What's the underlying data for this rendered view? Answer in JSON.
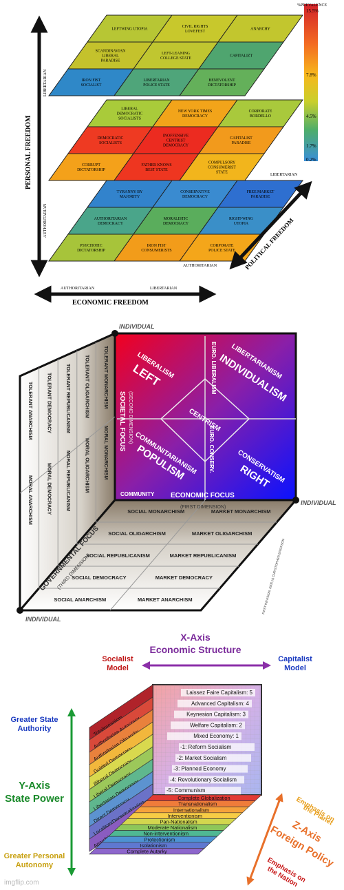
{
  "panel1": {
    "scale_title": "%PREVALENCE",
    "scale_ticks": [
      "15.5%",
      "7.8%",
      "4.5%",
      "1.7%",
      "0.2%"
    ],
    "y_axis_title": "PERSONAL FREEDOM",
    "y_axis_top": "LIBERTARIAN",
    "y_axis_bottom": "AUTHORITARIAN",
    "x_axis_title": "ECONOMIC FREEDOM",
    "x_axis_left": "AUTHORITARIAN",
    "x_axis_right": "LIBERTARIAN",
    "z_axis_title": "POLITICAL FREEDOM",
    "z_axis_top": "LIBERTARIAN",
    "z_axis_bottom": "AUTHORITARIAN",
    "layers": [
      {
        "rows": [
          [
            {
              "label": "LEFTWING UTOPIA",
              "color": "#b7c634"
            },
            {
              "label": "CIVIL RIGHTS LOVEFEST",
              "color": "#c8c82c"
            },
            {
              "label": "ANARCHY",
              "color": "#c2c62e"
            }
          ],
          [
            {
              "label": "SCANDINAVIAN LIBERAL PARADISE",
              "color": "#c4c22c"
            },
            {
              "label": "LEFT-LEANING COLLEGE STATE",
              "color": "#c0c630"
            },
            {
              "label": "CAPITALIZT",
              "color": "#4fa56f"
            }
          ],
          [
            {
              "label": "IRON FIST SOCIALIST",
              "color": "#2f88c8"
            },
            {
              "label": "LIBERTARIAN POLICE STATE",
              "color": "#4fa57a"
            },
            {
              "label": "BENEVOLENT DICTATORSHIP",
              "color": "#64b05a"
            }
          ]
        ]
      },
      {
        "rows": [
          [
            {
              "label": "LIBERAL DEMOCRATIC SOCIALISTS",
              "color": "#a9cb3a"
            },
            {
              "label": "NEW YORK TIMES DEMOCRACY",
              "color": "#f2a41a"
            },
            {
              "label": "CORPORATE BORDELLO",
              "color": "#a9c93c"
            }
          ],
          [
            {
              "label": "DEMOCRATIC SOCIALISTS",
              "color": "#ee3a22"
            },
            {
              "label": "INOFFENSIVE CENTRIST DEMOCRACY",
              "color": "#ec2b20"
            },
            {
              "label": "CAPITALIST PARADISE",
              "color": "#f29a1c"
            }
          ],
          [
            {
              "label": "CORRUPT DICTATORSHIP",
              "color": "#f4a11a"
            },
            {
              "label": "FATHER KNOWS BEST STATE",
              "color": "#ee3620"
            },
            {
              "label": "COMPULSORY CONSUMERIST STATE",
              "color": "#f2b51c"
            }
          ]
        ]
      },
      {
        "rows": [
          [
            {
              "label": "TYRANNY BY MAJORITY",
              "color": "#3283cc"
            },
            {
              "label": "CONSERVATIVE DEMOCRACY",
              "color": "#3a8bd0"
            },
            {
              "label": "FREE MARKET PARADISE",
              "color": "#2e6fd0"
            }
          ],
          [
            {
              "label": "AUTHORITARIAN DEMOCRACY",
              "color": "#4aa58a"
            },
            {
              "label": "MORALISTIC DEMOCRACY",
              "color": "#5aad5c"
            },
            {
              "label": "RIGHT-WING UTOPIA",
              "color": "#3a8fc8"
            }
          ],
          [
            {
              "label": "PSYCHOTIC DICTATORSHIP",
              "color": "#a7c43a"
            },
            {
              "label": "IRON FIST CONSUMERISTS",
              "color": "#f29c1a"
            },
            {
              "label": "CORPORATE POLICE STATE",
              "color": "#f4a61a"
            }
          ]
        ]
      }
    ]
  },
  "panel2": {
    "top_label": "INDIVIDUAL",
    "right_label": "INDIVIDUAL",
    "bottom_label": "INDIVIDUAL",
    "community": "COMMUNITY",
    "economic_focus": "ECONOMIC FOCUS",
    "first_dimension": "(FIRST DIMENSION)",
    "societal_focus": "SOCIETAL FOCUS",
    "second_dimension": "(SECOND DIMENSION)",
    "governmental_focus": "GOVERNMENTAL FOCUS",
    "third_dimension": "(THIRD DIMENSION)",
    "liberalism": "LIBERALISM",
    "left": "LEFT",
    "libertarianism": "LIBERTARIANISM",
    "individualism": "INDIVIDUALISM",
    "euro_liberalism": "EURO. LIBERALISM",
    "centrism": "CENTRISM",
    "communitarianism": "COMMUNITARIANISM",
    "populism": "POPULISM",
    "conservatism": "CONSERVATISM",
    "right": "RIGHT",
    "euro_conserv": "EURO. CONSERV.",
    "credit": "FIRST REVISION, 2005 (c) CHRISTOPHER ERICKSON",
    "left_wall": [
      "TOLERANT MONARCHISM",
      "TOLERANT OLIGARCHISM",
      "TOLERANT REPUBLICANISM",
      "TOLERANT DEMOCRACY",
      "TOLERANT ANARCHISM",
      "MORAL MONARCHISM",
      "MORAL OLIGARCHISM",
      "MORAL REPUBLICANISM",
      "MORAL DEMOCRACY",
      "MORAL ANARCHISM"
    ],
    "floor_left": [
      "SOCIAL MONARCHISM",
      "SOCIAL OLIGARCHISM",
      "SOCIAL REPUBLICANISM",
      "SOCIAL DEMOCRACY",
      "SOCIAL ANARCHISM"
    ],
    "floor_right": [
      "MARKET MONARCHISM",
      "MARKET OLIGARCHISM",
      "MARKET REPUBLICANISM",
      "MARKET DEMOCRACY",
      "MARKET ANARCHISM"
    ]
  },
  "panel3": {
    "x_axis_title": "X-Axis",
    "x_axis_sub": "Economic Structure",
    "socialist_model": "Socialist Model",
    "capitalist_model": "Capitalist Model",
    "greater_state": "Greater State Authority",
    "y_axis_title": "Y-Axis",
    "y_axis_sub": "State Power",
    "greater_personal": "Greater Personal Autonomy",
    "planet": "Emphasis on the Planet",
    "z_axis_title": "Z-Axis",
    "z_axis_sub": "Foreign Policy",
    "nation": "Emphasis on the Nation",
    "watermark": "imgflip.com",
    "economic": [
      "Laissez Faire Capitalism: 5",
      "Advanced Capitalism: 4",
      "Keynesian Capitalism: 3",
      "Welfare Capitalism: 2",
      "Mixed Economy: 1",
      "-1: Reform Socialism",
      "-2: Market Socialism",
      "-3: Planned Economy",
      "-4: Revolutionary Socialism",
      "-5: Communism"
    ],
    "state": [
      "Totalitarianism",
      "Authoritarian Autocracy",
      "Authoritarian Oligarchy",
      "Guided Democracy",
      "Illiberal Democracy",
      "Liberal Democracy",
      "Libertarian Democracy",
      "Direct Democracy",
      "Localism/Decentralization",
      "Anarchism"
    ],
    "state_colors": [
      "#b0232a",
      "#d9493a",
      "#e9813c",
      "#f2b73c",
      "#d9d94e",
      "#9cc85a",
      "#5fb78e",
      "#5c93d0",
      "#6b72c8",
      "#8a5cc0"
    ],
    "foreign": [
      "Complete Globalization",
      "Transnationalism",
      "Internationalism",
      "Interventionism",
      "Pan-Nationalism",
      "Moderate Nationalism",
      "Non-interventionism",
      "Protectionism",
      "Isolationism",
      "Complete Autarky"
    ],
    "foreign_colors": [
      "#e23a34",
      "#ef7c3a",
      "#f5a23c",
      "#f7cc45",
      "#d3d64e",
      "#8dc65a",
      "#4fb893",
      "#4d92d2",
      "#5f78d0",
      "#8d66cc"
    ]
  }
}
